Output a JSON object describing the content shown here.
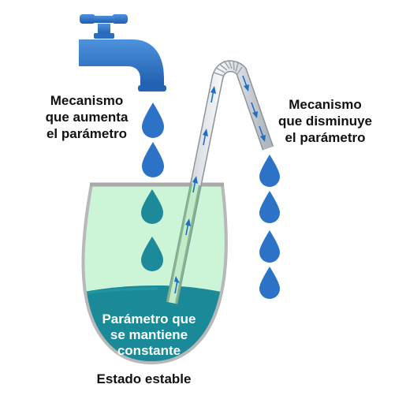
{
  "labels": {
    "increase": [
      "Mecanismo",
      "que aumenta",
      "el parámetro"
    ],
    "decrease": [
      "Mecanismo",
      "que disminuye",
      "el parámetro"
    ],
    "constant": [
      "Parámetro que",
      "se mantiene",
      "constante"
    ],
    "state": "Estado estable"
  },
  "icons": [
    "faucet-icon",
    "water-drop-icon",
    "straw-icon",
    "glass-icon"
  ],
  "colors": {
    "faucet": "#2f75c9",
    "drop_blue": "#2c73c8",
    "drop_teal": "#1c8a99",
    "liquid_light": "#ccf4d7",
    "liquid_dark": "#1a8a98",
    "glass_outline": "#b8b8b8"
  }
}
